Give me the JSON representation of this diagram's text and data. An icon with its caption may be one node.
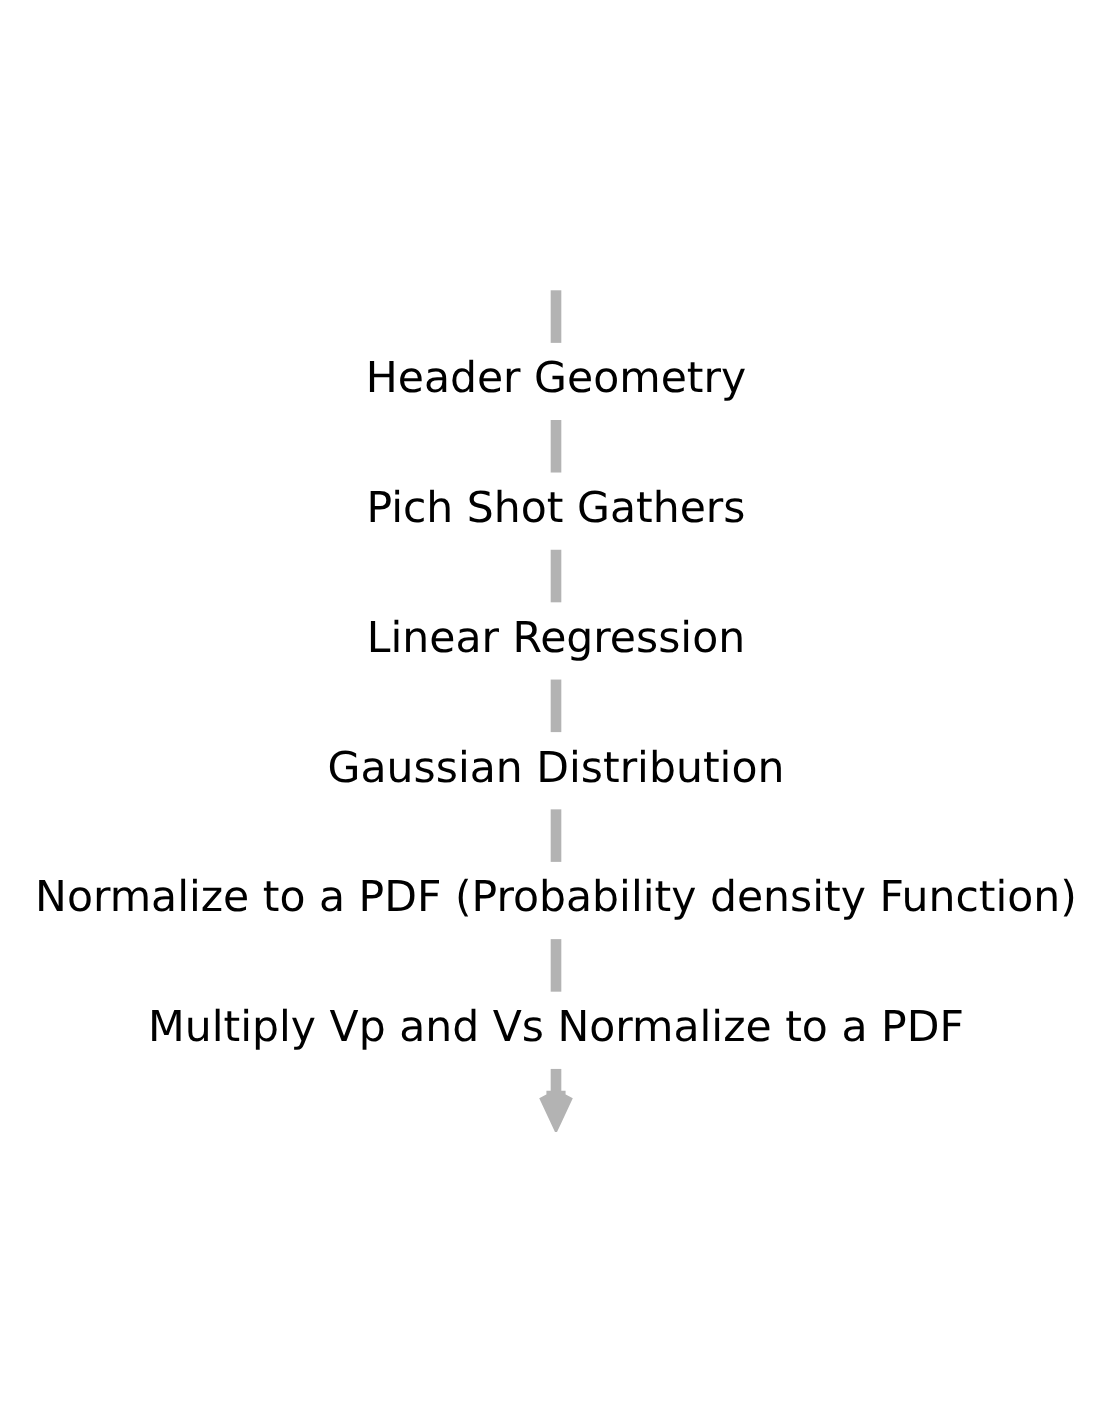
{
  "diagram": {
    "nodes": [
      {
        "text": [
          "Header Geometry"
        ]
      },
      {
        "text": [
          "Pich Shot Gathers"
        ]
      },
      {
        "text": [
          "Linear Regression"
        ]
      },
      {
        "text": [
          "Gaussian Distribution"
        ]
      },
      {
        "text": [
          "Normalize to a PDF (Probability density Function)"
        ]
      },
      {
        "text": [
          "Multiply Vp and Vs Normalize to a PDF"
        ]
      }
    ],
    "edges": [
      {
        "from": null,
        "to": 0,
        "arrow": "none"
      },
      {
        "from": 0,
        "to": 1,
        "arrow": "none"
      },
      {
        "from": 1,
        "to": 2,
        "arrow": "none"
      },
      {
        "from": 2,
        "to": 3,
        "arrow": "none"
      },
      {
        "from": 3,
        "to": 4,
        "arrow": "none"
      },
      {
        "from": 4,
        "to": 5,
        "arrow": "none"
      },
      {
        "from": 5,
        "to": null,
        "arrow": "to"
      }
    ]
  }
}
